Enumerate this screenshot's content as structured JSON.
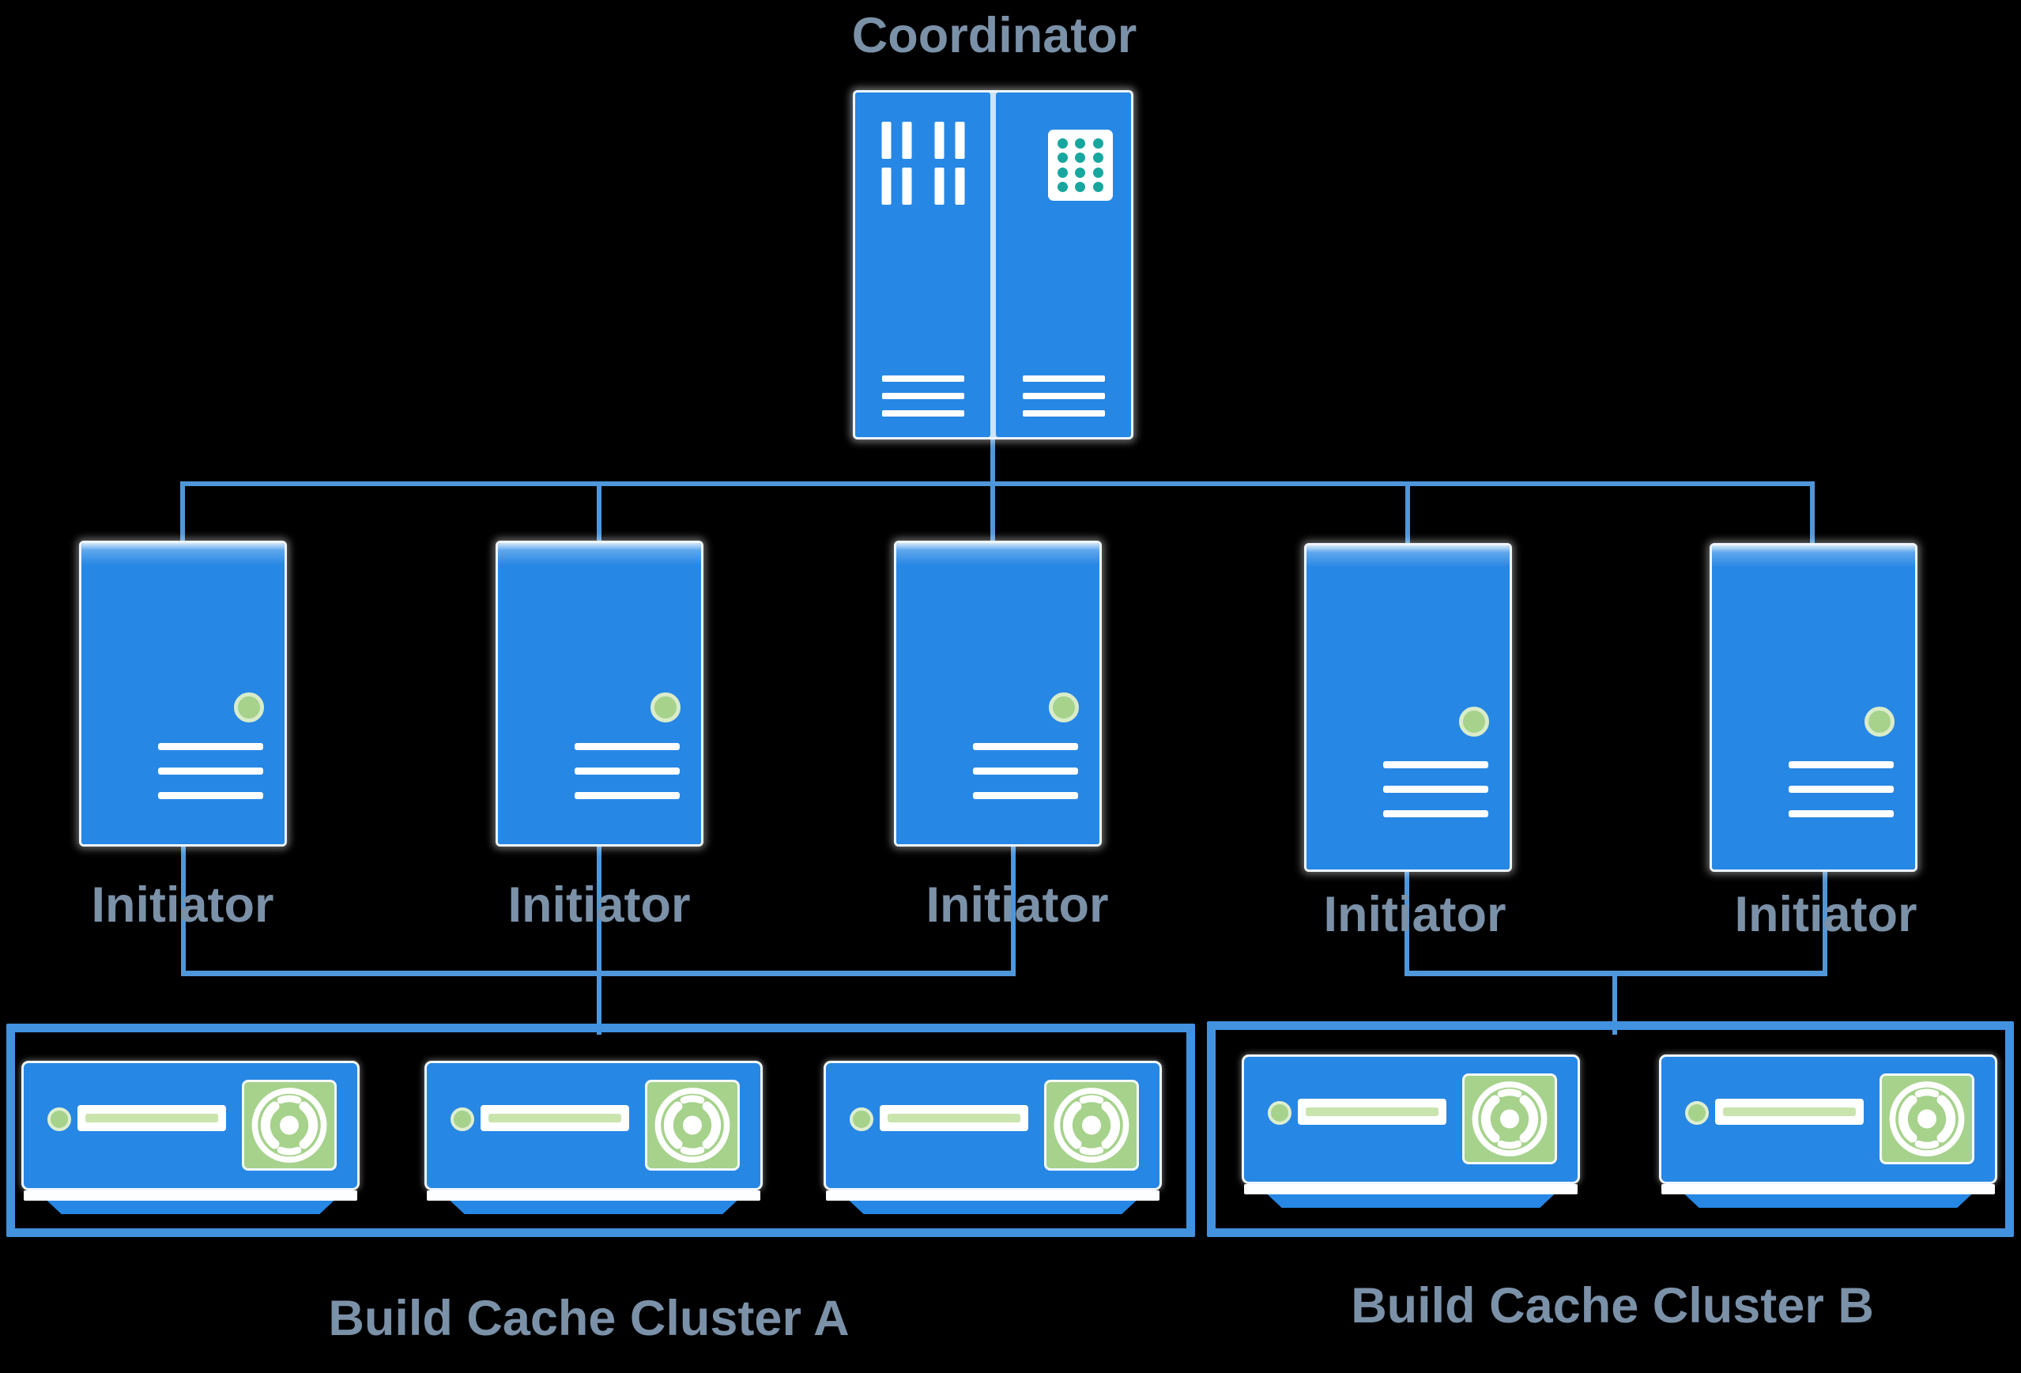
{
  "coordinator": {
    "label": "Coordinator"
  },
  "initiators": [
    {
      "label": "Initiator"
    },
    {
      "label": "Initiator"
    },
    {
      "label": "Initiator"
    },
    {
      "label": "Initiator"
    },
    {
      "label": "Initiator"
    }
  ],
  "clusters": [
    {
      "name": "Build Cache Cluster A",
      "cache_servers": 3
    },
    {
      "name": "Build Cache Cluster B",
      "cache_servers": 2
    }
  ],
  "icons": {
    "coordinator_left_panel": "vent-slats-icon",
    "coordinator_right_panel": "dot-grid-icon",
    "panel_bottom": "vent-lines-icon",
    "initiator_status": "led-icon",
    "initiator_vents": "vent-lines-icon",
    "cache_status": "led-icon",
    "cache_drive": "drive-slot-icon",
    "cache_fan": "fan-icon"
  },
  "colors": {
    "background": "#000000",
    "node_blue": "#2787e4",
    "connector_blue": "#4f97da",
    "cluster_border_blue": "#4292e0",
    "label_slate": "#7b91a8",
    "divider_blue": "#cfe3f6",
    "green": "#a6d28c",
    "green_light": "#c9e4ad",
    "teal": "#18a79f",
    "white": "#ffffff"
  }
}
